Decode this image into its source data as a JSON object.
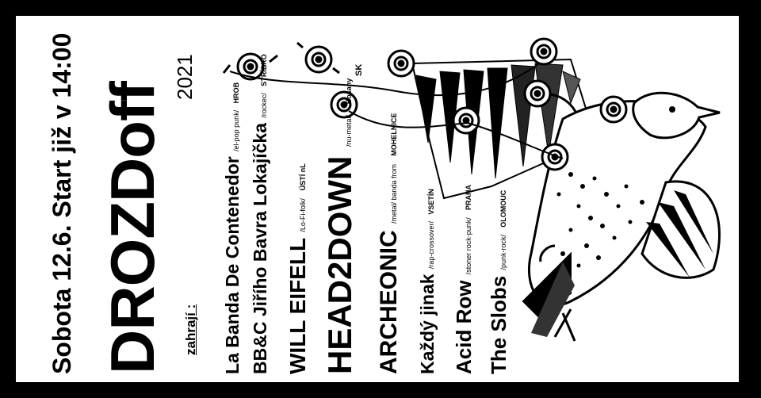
{
  "poster": {
    "headline": "Sobota 12.6.  Start již v 14:00",
    "title": "DROZDoff",
    "year": "2021",
    "playing_label": "zahrají :",
    "country_tag": "SK"
  },
  "bands": [
    {
      "name": "La Banda De Contenedor",
      "genre": "/el-pop punk/",
      "city": "HROB"
    },
    {
      "name": "BB&C Jiřího Bavra Lokajíčka",
      "genre": "/rockec/",
      "city": "STŘÍBRO"
    },
    {
      "name": "WILL EIFELL",
      "genre": "/Lo-Fi-folk/",
      "city": "ÚSTÍ nL"
    },
    {
      "name": "HEAD2DOWN",
      "genre": "/nu-metal/",
      "city": "Bošany"
    },
    {
      "name": "ARCHEONIC",
      "genre": "/metal/ banda from",
      "city": "MOHELNICE"
    },
    {
      "name": "Každý jinak",
      "genre": "/rap-crossover/",
      "city": "VSETÍN"
    },
    {
      "name": "Acid Row",
      "genre": "/stoner rock-punk/",
      "city": "PRAHA"
    },
    {
      "name": "The Slobs",
      "genre": "/punk-rock/",
      "city": "OLOMOUC"
    }
  ],
  "colors": {
    "background": "#000000",
    "paper": "#ffffff",
    "ink": "#000000"
  }
}
